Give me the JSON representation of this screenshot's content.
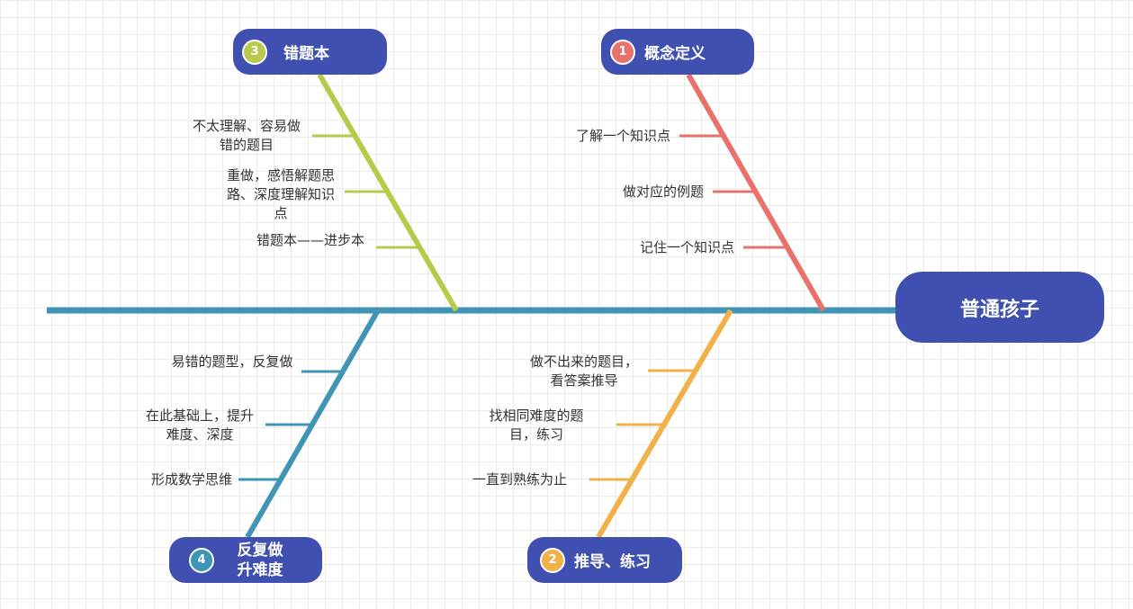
{
  "head": {
    "label": "普通孩子",
    "color": "#3f50b0"
  },
  "branches": [
    {
      "num": "1",
      "label": "概念定义",
      "color": "#e8716c",
      "items": [
        "了解一个知识点",
        "做对应的例题",
        "记住一个知识点"
      ]
    },
    {
      "num": "2",
      "label": "推导、练习",
      "color": "#f0b14a",
      "items": [
        "做不出来的题目，看答案推导",
        "找相同难度的题目，练习",
        "一直到熟练为止"
      ]
    },
    {
      "num": "3",
      "label": "错题本",
      "color": "#b9c94b",
      "items": [
        "不太理解、容易做错的题目",
        "重做，感悟解题思路、深度理解知识点",
        "错题本——进步本"
      ]
    },
    {
      "num": "4",
      "label": "反复做升难度",
      "color": "#3f95b3",
      "items": [
        "易错的题型，反复做",
        "在此基础上，提升难度、深度",
        "形成数学思维"
      ]
    }
  ]
}
